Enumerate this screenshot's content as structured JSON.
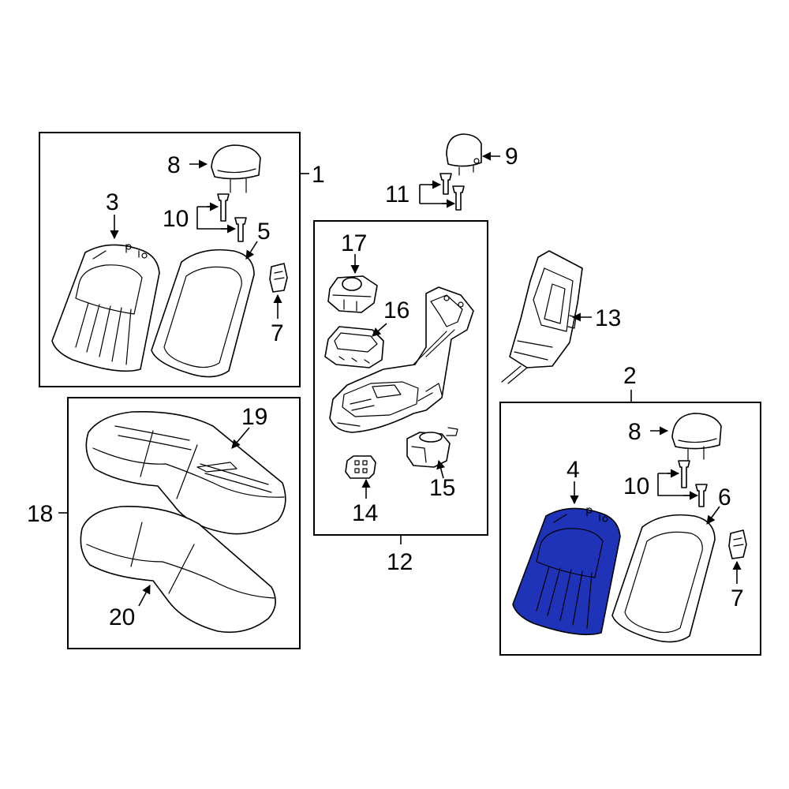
{
  "callouts": {
    "c1": "1",
    "c2": "2",
    "c3": "3",
    "c4": "4",
    "c5": "5",
    "c6": "6",
    "c7a": "7",
    "c7b": "7",
    "c8a": "8",
    "c8b": "8",
    "c9": "9",
    "c10a": "10",
    "c10b": "10",
    "c11": "11",
    "c12": "12",
    "c13": "13",
    "c14": "14",
    "c15": "15",
    "c16": "16",
    "c17": "17",
    "c18": "18",
    "c19": "19",
    "c20": "20"
  },
  "colors": {
    "highlight": "#1e33b8",
    "line": "#000000",
    "background": "#ffffff"
  }
}
